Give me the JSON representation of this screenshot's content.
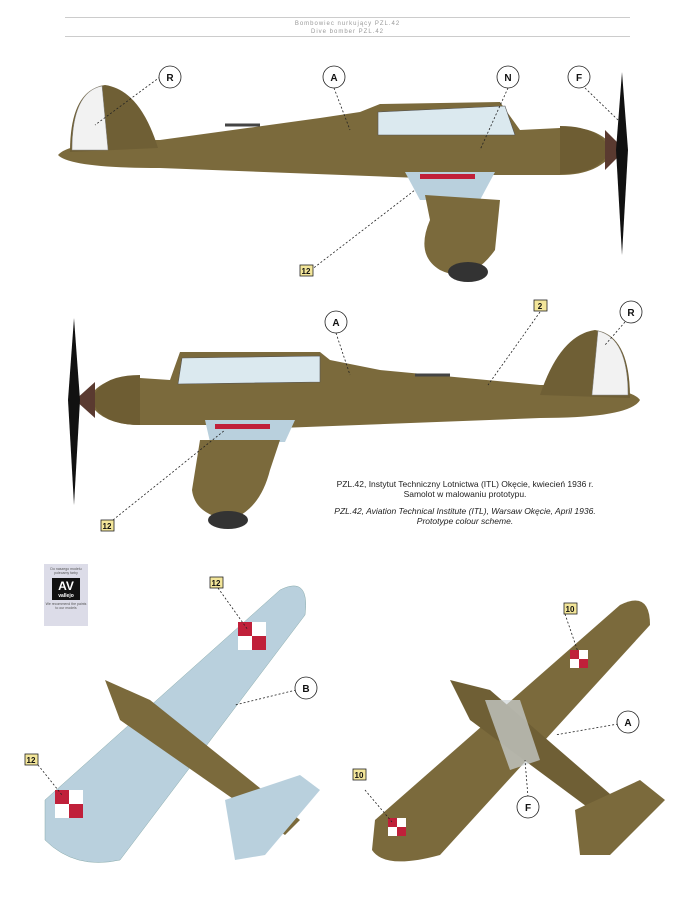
{
  "header": {
    "title_pl": "Bombowiec nurkujący PZL.42",
    "title_en": "Dive bomber PZL.42"
  },
  "caption": {
    "pl_line1": "PZL.42, Instytut Techniczny Lotnictwa (ITL) Okęcie, kwiecień 1936 r.",
    "pl_line2": "Samolot w malowaniu prototypu.",
    "en_line1": "PZL.42, Aviation Technical Institute (ITL), Warsaw Okęcie, April 1936.",
    "en_line2": "Prototype colour scheme."
  },
  "badge": {
    "top_text": "Do naszego modelu polecamy farby",
    "logo": "AV",
    "brand": "vallejo",
    "bottom_text": "We recommend the paints to our models"
  },
  "callouts": {
    "top": [
      "R",
      "A",
      "N",
      "F",
      "12"
    ],
    "middle": [
      "A",
      "2",
      "R",
      "12"
    ],
    "bottom_left": [
      "12",
      "B",
      "12"
    ],
    "bottom_right": [
      "10",
      "A",
      "F",
      "10"
    ]
  },
  "colors": {
    "olive": "#7b6a3c",
    "light_blue": "#b9d0dd",
    "red": "#c0203a"
  }
}
